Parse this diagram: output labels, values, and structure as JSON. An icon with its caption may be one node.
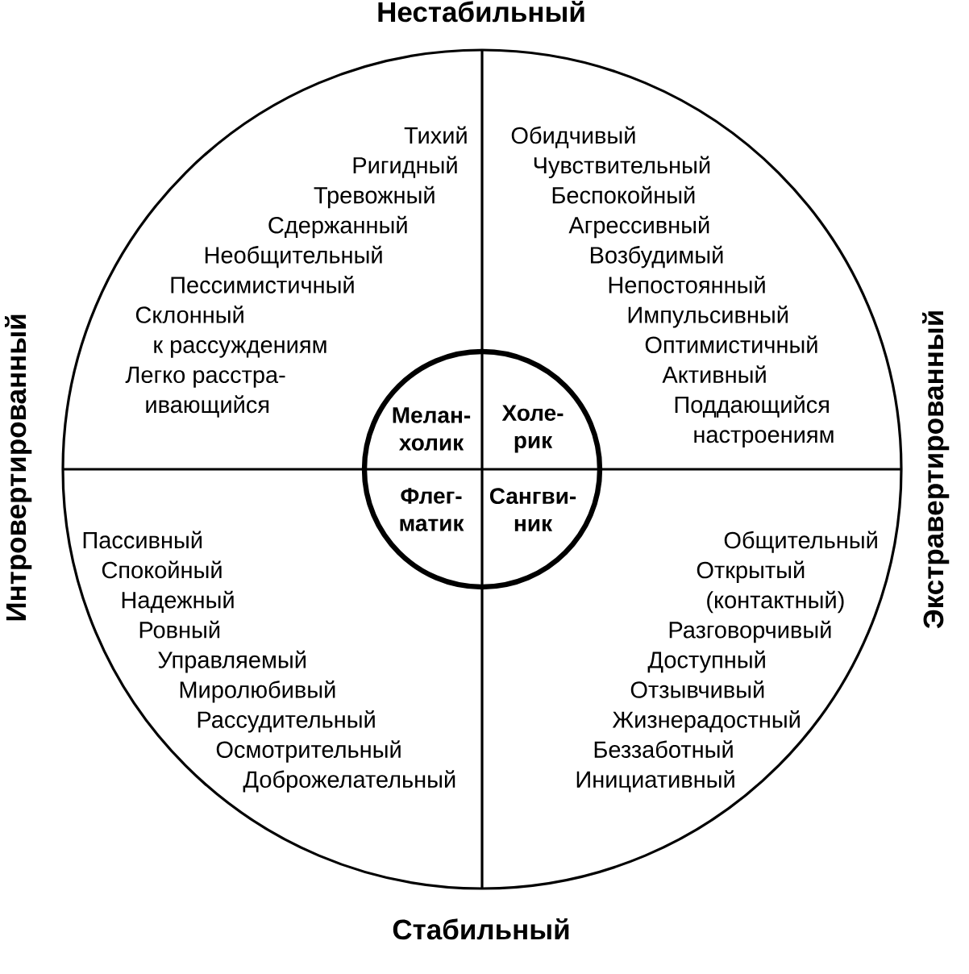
{
  "diagram": {
    "nodes": [
      {
        "text": [
          "Тихий",
          "Ригидный",
          "Тревожный",
          "Сдержанный",
          "Необщительный",
          "Пессимистичный",
          "Склонный к рассуждениям",
          "Легко расстра- ивающийся"
        ]
      },
      {
        "text": [
          "Обидчивый",
          "Чувствительный",
          "Беспокойный",
          "Агрессивный",
          "Возбудимый",
          "Непостоянный",
          "Импульсивный",
          "Оптимистичный",
          "Активный",
          "Поддающийся настроениям"
        ]
      },
      {
        "text": [
          "Пассивный",
          "Спокойный",
          "Надежный",
          "Ровный",
          "Управляемый",
          "Миролюбивый",
          "Рассудительный",
          "Осмотрительный",
          "Доброжелательный"
        ]
      },
      {
        "text": [
          "Общительный",
          "Открытый (контактный)",
          "Разговорчивый",
          "Доступный",
          "Отзывчивый",
          "Жизнерадостный",
          "Беззаботный",
          "Инициативный"
        ]
      },
      {
        "text": [
          "Мелан- холик"
        ],
        "in": 0
      },
      {
        "text": [
          "Холе- рик"
        ],
        "in": 1
      },
      {
        "text": [
          "Флег- матик"
        ],
        "in": 2
      },
      {
        "text": [
          "Сангви- ник"
        ],
        "in": 3
      }
    ],
    "labels": [
      "Нестабильный",
      "Интровертированный",
      "Экстравертированный",
      "Стабильный"
    ]
  }
}
